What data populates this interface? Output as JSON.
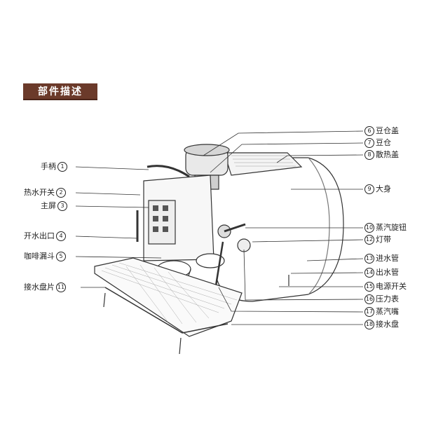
{
  "title": "部件描述",
  "left_parts": [
    {
      "name": "手柄",
      "num": "1"
    },
    {
      "name": "热水开关",
      "num": "2"
    },
    {
      "name": "主屏",
      "num": "3"
    },
    {
      "name": "开水出口",
      "num": "4"
    },
    {
      "name": "咖啡漏斗",
      "num": "5"
    },
    {
      "name": "接水盘片",
      "num": "11"
    }
  ],
  "right_parts": [
    {
      "name": "豆仓盖",
      "num": "6"
    },
    {
      "name": "豆仓",
      "num": "7"
    },
    {
      "name": "散热盖",
      "num": "8"
    },
    {
      "name": "大身",
      "num": "9"
    },
    {
      "name": "蒸汽旋钮",
      "num": "10"
    },
    {
      "name": "灯带",
      "num": "12"
    },
    {
      "name": "进水管",
      "num": "13"
    },
    {
      "name": "出水管",
      "num": "14"
    },
    {
      "name": "电源开关",
      "num": "15"
    },
    {
      "name": "压力表",
      "num": "16"
    },
    {
      "name": "蒸汽嘴",
      "num": "17"
    },
    {
      "name": "接水盘",
      "num": "18"
    }
  ]
}
